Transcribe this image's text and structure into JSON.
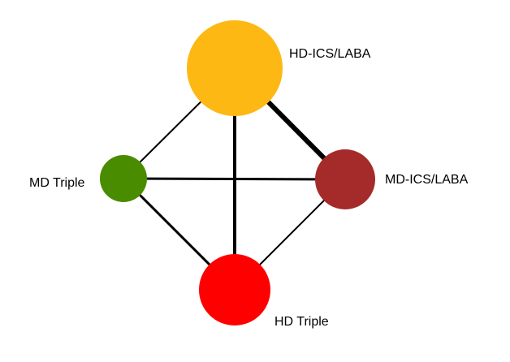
{
  "nodes": [
    {
      "id": "hd-ics-laba",
      "label": "HD-ICS/LABA",
      "color": "#FDB813"
    },
    {
      "id": "md-triple",
      "label": "MD Triple",
      "color": "#4A8C00"
    },
    {
      "id": "md-ics-laba",
      "label": "MD-ICS/LABA",
      "color": "#A52A2A"
    },
    {
      "id": "hd-triple",
      "label": "HD Triple",
      "color": "#FF0000"
    }
  ],
  "edges": [
    {
      "from": "hd-ics-laba",
      "to": "md-triple",
      "weight": "thin"
    },
    {
      "from": "hd-ics-laba",
      "to": "md-ics-laba",
      "weight": "thickest"
    },
    {
      "from": "hd-ics-laba",
      "to": "hd-triple",
      "weight": "thick"
    },
    {
      "from": "md-triple",
      "to": "md-ics-laba",
      "weight": "medium"
    },
    {
      "from": "md-triple",
      "to": "hd-triple",
      "weight": "medium"
    },
    {
      "from": "md-ics-laba",
      "to": "hd-triple",
      "weight": "thin"
    }
  ]
}
